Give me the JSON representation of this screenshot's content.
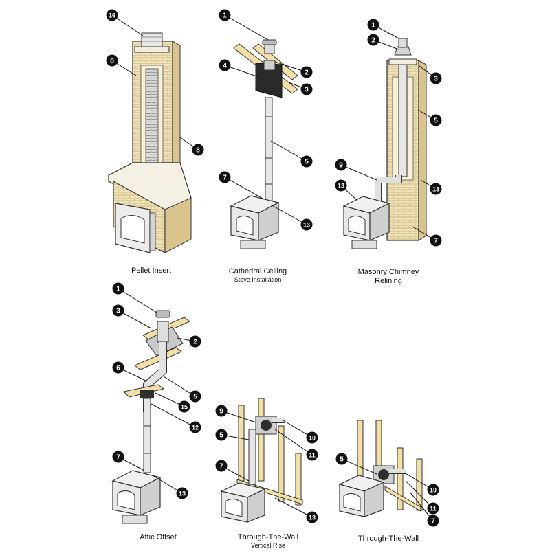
{
  "panels": [
    {
      "id": "pellet-insert",
      "caption": "Pellet Insert",
      "subcaption": "",
      "callouts": [
        "16",
        "8",
        "8"
      ]
    },
    {
      "id": "cathedral-ceiling",
      "caption": "Cathedral Ceiling",
      "subcaption": "Stove Installation",
      "callouts": [
        "1",
        "2",
        "4",
        "3",
        "5",
        "7",
        "13"
      ]
    },
    {
      "id": "masonry-chimney",
      "caption": "Masonry Chimney",
      "subcaption": "Relining",
      "callouts": [
        "1",
        "2",
        "3",
        "5",
        "9",
        "13",
        "13",
        "7"
      ]
    },
    {
      "id": "attic-offset",
      "caption": "Attic Offset",
      "subcaption": "",
      "callouts": [
        "1",
        "3",
        "2",
        "6",
        "5",
        "15",
        "12",
        "7",
        "13"
      ]
    },
    {
      "id": "through-wall-vertical",
      "caption": "Through-The-Wall",
      "subcaption": "Vertical Rise",
      "callouts": [
        "9",
        "10",
        "5",
        "11",
        "7",
        "13"
      ]
    },
    {
      "id": "through-wall",
      "caption": "Through-The-Wall",
      "subcaption": "",
      "callouts": [
        "5",
        "10",
        "11",
        "7"
      ]
    }
  ],
  "colors": {
    "brick": "#efe2b8",
    "mortar": "#bfa86f",
    "wood": "#f2dfa6",
    "metal": "#e2e2e2",
    "dark": "#222222",
    "callout": "#111111"
  }
}
